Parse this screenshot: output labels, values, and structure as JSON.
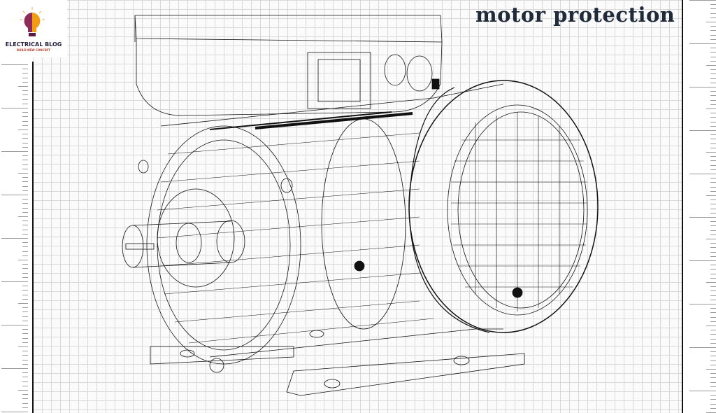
{
  "title": "motor protection",
  "logo": {
    "name": "ELECTRICAL BLOG",
    "tagline": "BUILD NEW CONCEPT"
  },
  "colors": {
    "line": "#111111",
    "grid": "#d9d9d9",
    "title": "#1f2b3a"
  }
}
